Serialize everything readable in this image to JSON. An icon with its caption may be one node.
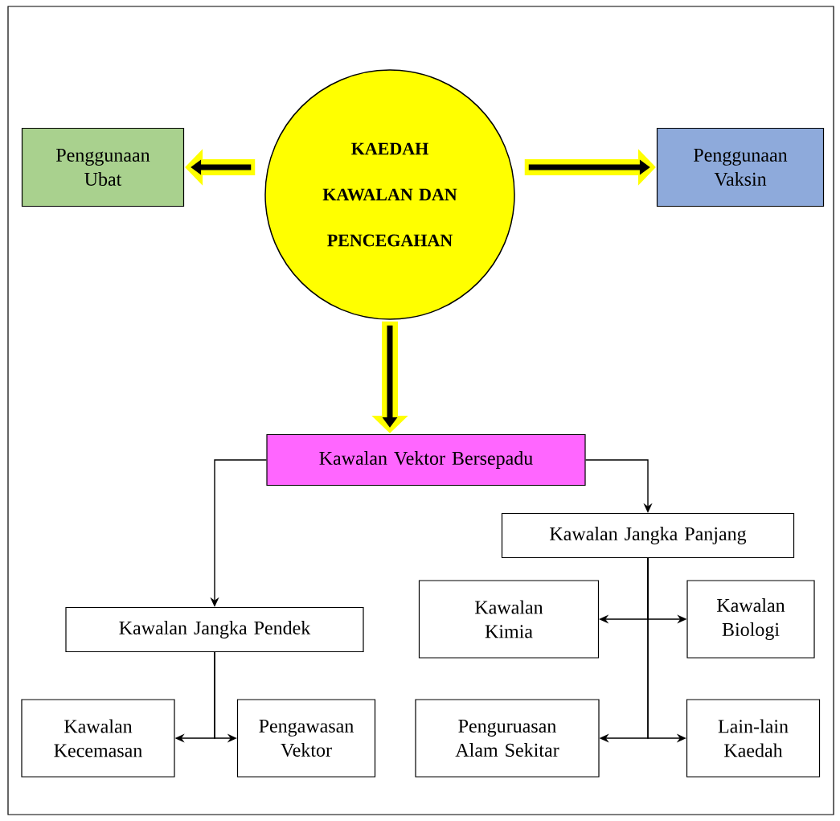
{
  "diagram": {
    "nodes": [
      {
        "text": [
          "KAEDAH KAWALAN DAN PENCEGAHAN"
        ]
      },
      {
        "text": [
          "Penggunaan Ubat"
        ]
      },
      {
        "text": [
          "Penggunaan Vaksin"
        ]
      },
      {
        "text": [
          "Kawalan Vektor Bersepadu"
        ]
      },
      {
        "text": [
          "Kawalan Jangka Panjang"
        ]
      },
      {
        "text": [
          "Kawalan Kimia"
        ]
      },
      {
        "text": [
          "Kawalan Biologi"
        ]
      },
      {
        "text": [
          "Kawalan Jangka Pendek"
        ]
      },
      {
        "text": [
          "Kawalan Kecemasan"
        ]
      },
      {
        "text": [
          "Pengawasan Vektor"
        ]
      },
      {
        "text": [
          "Penguruasan Alam Sekitar"
        ]
      },
      {
        "text": [
          "Lain-lain Kaedah"
        ]
      }
    ],
    "edges": [
      {
        "from": 0,
        "to": 1,
        "arrow": "to",
        "style": "thick",
        "color": "#ffff00"
      },
      {
        "from": 0,
        "to": 2,
        "arrow": "to",
        "style": "thick",
        "color": "#ffff00"
      },
      {
        "from": 0,
        "to": 3,
        "arrow": "to",
        "style": "thick",
        "color": "#ffff00"
      },
      {
        "from": 3,
        "to": 7,
        "arrow": "to"
      },
      {
        "from": 3,
        "to": 4,
        "arrow": "to"
      },
      {
        "from": 4,
        "to": 5,
        "arrow": "to"
      },
      {
        "from": 4,
        "to": 6,
        "arrow": "to"
      },
      {
        "from": 4,
        "to": 10,
        "arrow": "to"
      },
      {
        "from": 4,
        "to": 11,
        "arrow": "to"
      },
      {
        "from": 7,
        "to": 8,
        "arrow": "to"
      },
      {
        "from": 7,
        "to": 9,
        "arrow": "to"
      }
    ]
  }
}
